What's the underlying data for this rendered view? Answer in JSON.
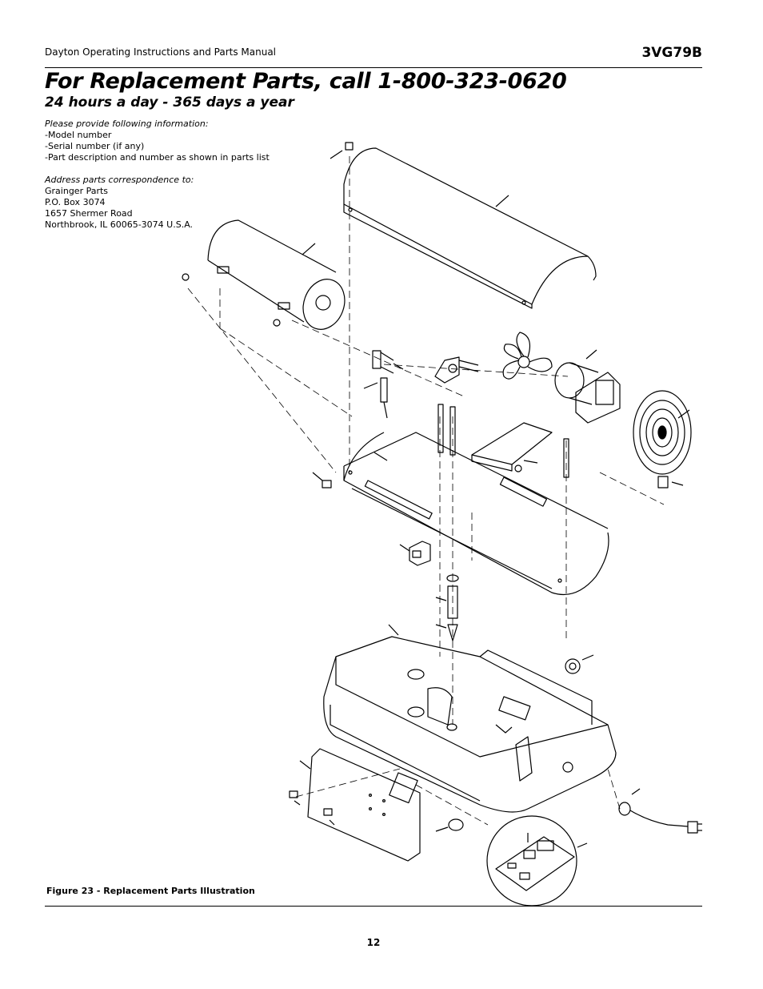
{
  "header": {
    "manual_title": "Dayton Operating Instructions and Parts Manual",
    "model": "3VG79B"
  },
  "title": "For Replacement Parts, call 1-800-323-0620",
  "subtitle": "24 hours a day - 365 days a year",
  "info": {
    "provide_heading": "Please provide following information:",
    "provide_items": [
      "-Model number",
      "-Serial number (if any)",
      "-Part description and number as shown in parts list"
    ],
    "address_heading": "Address parts correspondence to:",
    "address_lines": [
      "Grainger Parts",
      "P.O. Box 3074",
      "1657 Shermer Road",
      "Northbrook, IL  60065-3074 U.S.A."
    ]
  },
  "figure_caption": "Figure 23 - Replacement Parts Illustration",
  "page_number": "12"
}
